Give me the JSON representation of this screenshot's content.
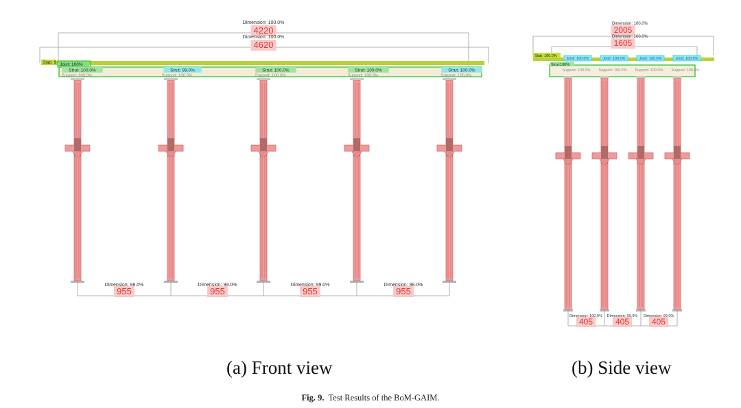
{
  "front": {
    "dim_top1": {
      "label": "Dimension: 100.0%",
      "value": "4220"
    },
    "dim_top2": {
      "label": "Dimension: 100.0%",
      "value": "4620"
    },
    "slab": "Slab: 9",
    "joist": "Joist: 100%",
    "struts": [
      "Strut: 100.0%",
      "Strut: 99.0%",
      "Strut: 100.0%",
      "Strut: 100.0%",
      "Strut: 100.0%"
    ],
    "supports": [
      "Support: 100.0%",
      "Support: 100.0%",
      "Support: 100.0%",
      "Support: 100.0%",
      "Support: 100.0%"
    ],
    "bottom_dims": [
      {
        "label": "Dimension: 98.0%",
        "value": "955"
      },
      {
        "label": "Dimension: 99.0%",
        "value": "955"
      },
      {
        "label": "Dimension: 99.0%",
        "value": "955"
      },
      {
        "label": "Dimension: 98.0%",
        "value": "955"
      }
    ]
  },
  "side": {
    "dim_top1": {
      "label": "Dimension: 100.0%",
      "value": "2005"
    },
    "dim_top2": {
      "label": "Dimension: 100.0%",
      "value": "1605"
    },
    "slab": "Slab: 100.0%",
    "joists": [
      "Joist: 100.0%",
      "Joist: 100.0%",
      "Joist: 100.0%",
      "Joist: 100.0%"
    ],
    "strut": "Strut:100%",
    "supports": [
      "Support: 100.0%",
      "Support: 100.0%",
      "Support: 100.0%",
      "Support: 100.0%"
    ],
    "bottom_dims": [
      {
        "label": "Dimension: 100.0%",
        "value": "405"
      },
      {
        "label": "Dimension: 99.0%",
        "value": "405"
      },
      {
        "label": "Dimension: 99.0%",
        "value": "405"
      }
    ]
  },
  "captions": {
    "a": "(a)   Front view",
    "b": "(b) Side view",
    "fig_num": "Fig. 9.",
    "fig_text": "Test Results of the BoM-GAIM."
  },
  "colors": {
    "shore": "#ef9a9a",
    "shore_stroke": "#d26a6a",
    "slab": "#b5d335",
    "green_box": "#3ec43e",
    "cyan_box": "#33d6e6",
    "value_text": "#e53935"
  }
}
